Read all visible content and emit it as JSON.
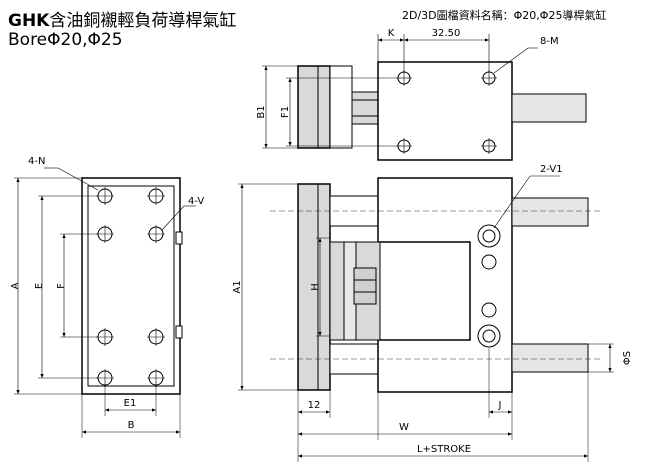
{
  "title": {
    "code": "GHK",
    "name": "含油銅襯輕負荷導桿氣缸",
    "bore": "BoreΦ20,Φ25"
  },
  "caption": "2D/3D圖檔資料名稱：Φ20,Φ25導桿氣缸",
  "labels": {
    "k": "K",
    "dim_32_50": "32.50",
    "m8": "8-M",
    "b1": "B1",
    "f1": "F1",
    "n4": "4-N",
    "v4": "4-V",
    "v2": "2-V1",
    "a": "A",
    "e": "E",
    "f": "F",
    "a1": "A1",
    "h": "H",
    "e1": "E1",
    "b": "B",
    "dim_12": "12",
    "j": "J",
    "w": "W",
    "l_stroke": "L+STROKE",
    "phi_s": "ΦS"
  }
}
